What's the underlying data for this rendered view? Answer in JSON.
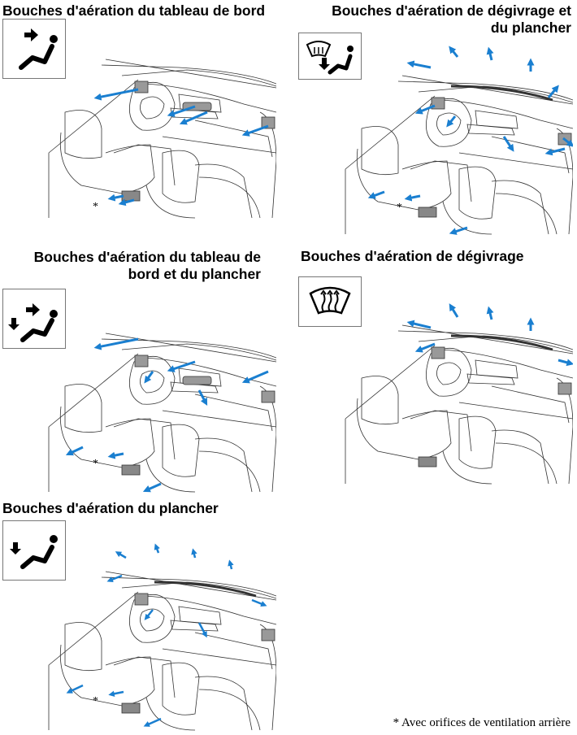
{
  "panels": [
    {
      "title": "Bouches d'aération du tableau de bord",
      "icon": "dashboard-vent-icon",
      "rear_marker": "*"
    },
    {
      "title_line1": "Bouches d'aération de dégivrage et",
      "title_line2": "du plancher",
      "icon": "defrost-floor-icon",
      "rear_marker": "*"
    },
    {
      "title_line1": "Bouches d'aération du tableau de",
      "title_line2": "bord et du plancher",
      "icon": "dashboard-floor-icon",
      "rear_marker": "*"
    },
    {
      "title": "Bouches d'aération de dégivrage",
      "icon": "defrost-icon"
    },
    {
      "title": "Bouches d'aération du plancher",
      "icon": "floor-vent-icon",
      "rear_marker": "*"
    }
  ],
  "footnote": "* Avec orifices de ventilation arrière",
  "colors": {
    "arrow": "#1a7fd0",
    "line": "#333333"
  }
}
